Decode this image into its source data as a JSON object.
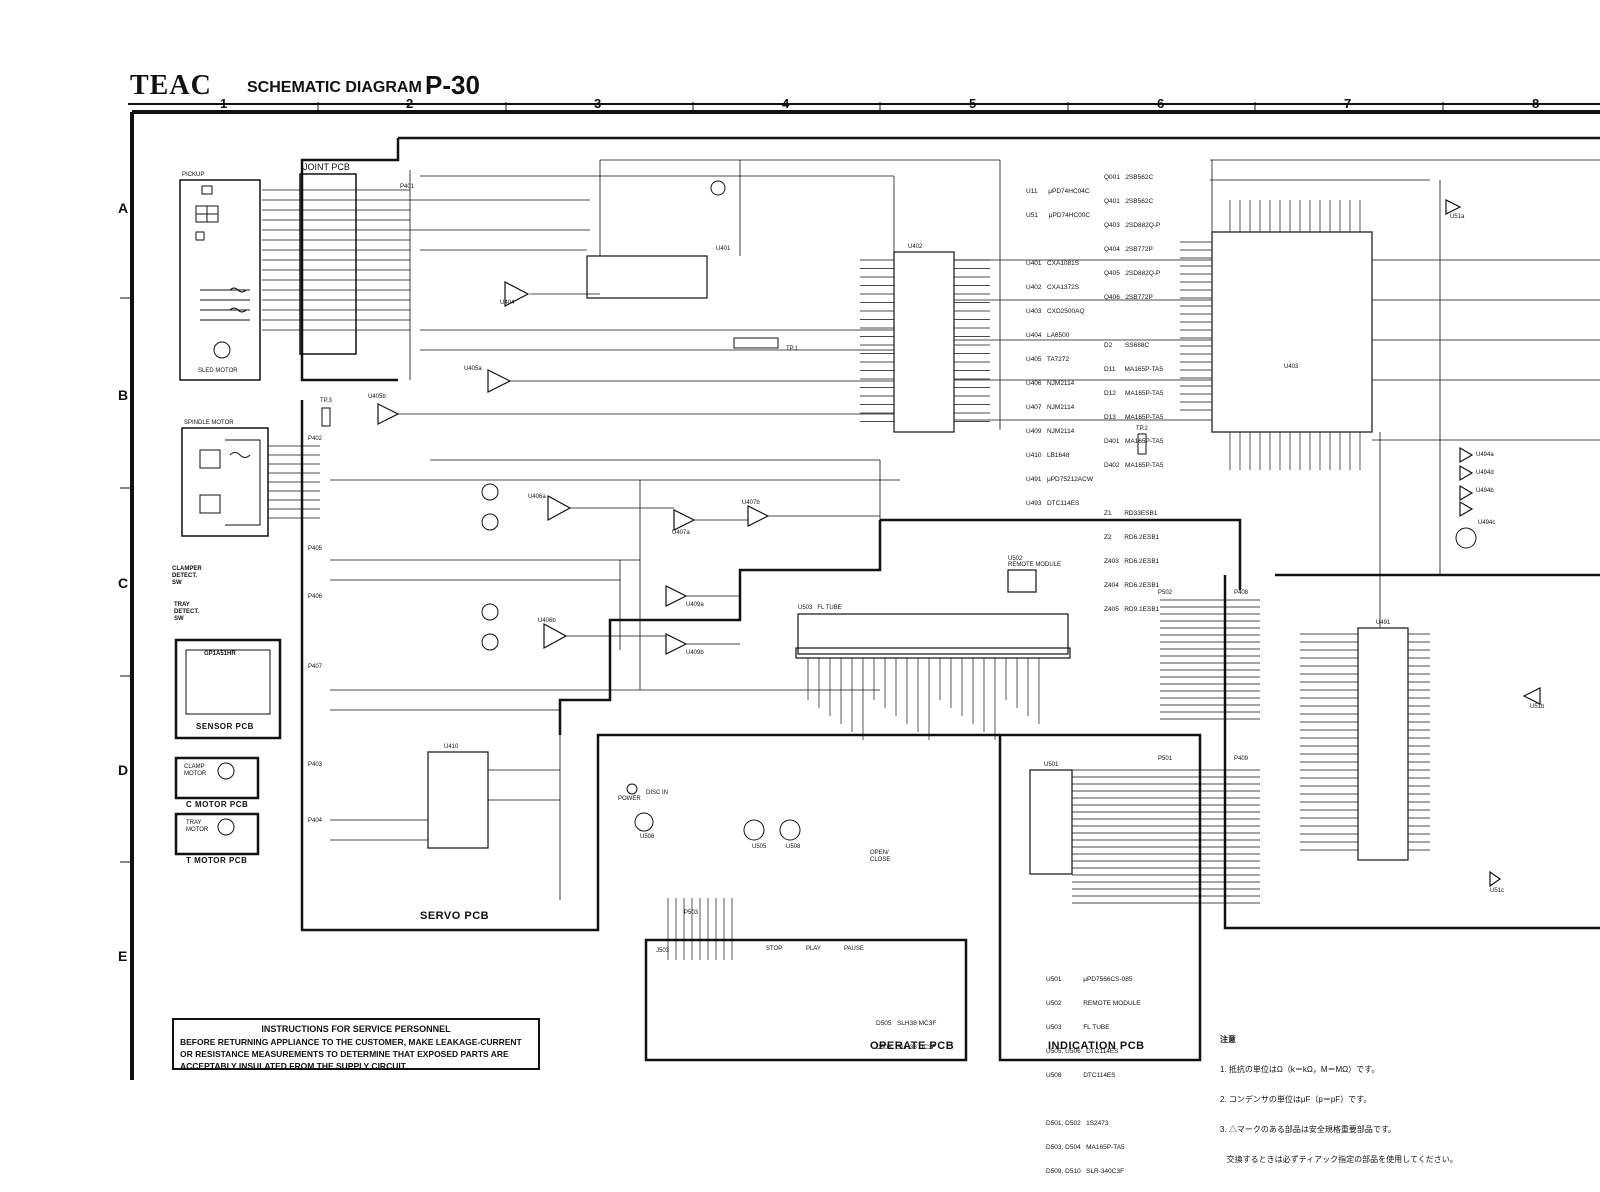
{
  "header": {
    "brand": "TEAC",
    "title": "SCHEMATIC DIAGRAM",
    "model": "P-30"
  },
  "grid": {
    "columns": [
      "1",
      "2",
      "3",
      "4",
      "5",
      "6",
      "7",
      "8"
    ],
    "rows": [
      "A",
      "B",
      "C",
      "D",
      "E"
    ]
  },
  "blocks": {
    "pickup": "PICKUP",
    "joint_pcb": "JOINT PCB",
    "sled_motor": "SLED MOTOR",
    "spindle_motor": "SPINDLE MOTOR",
    "clamper_detect": "CLAMPER\nDETECT.\nSW",
    "tray_detect": "TRAY\nDETECT.\nSW",
    "sensor_chip": "GP1A51HR",
    "sensor_pcb": "SENSOR PCB",
    "clamp_motor": "CLAMP\nMOTOR",
    "c_motor_pcb": "C MOTOR PCB",
    "tray_motor": "TRAY\nMOTOR",
    "t_motor_pcb": "T MOTOR PCB",
    "servo_pcb": "SERVO PCB",
    "operate_pcb": "OPERATE PCB",
    "indication_pcb": "INDICATION PCB",
    "remote_module": "REMOTE MODULE",
    "fl_tube": "U503   FL TUBE"
  },
  "connectors": [
    "P401",
    "P402",
    "P405",
    "P406",
    "P407",
    "P403",
    "P404",
    "P408",
    "P409",
    "P501",
    "P502",
    "P503",
    "J503",
    "TP.1",
    "TP.2",
    "TP.3"
  ],
  "ics": [
    "U401",
    "U402",
    "U403",
    "U404",
    "U405a",
    "U405b",
    "U406a",
    "U406b",
    "U407a",
    "U407b",
    "U409a",
    "U409b",
    "U410",
    "U491",
    "U494a",
    "U494b",
    "U494c",
    "U494d",
    "U501",
    "U502",
    "U505",
    "U506",
    "U508",
    "U51a",
    "U51b",
    "U51c"
  ],
  "buttons": {
    "power": "POWER",
    "disc_in": "DISC IN",
    "open_close": "OPEN/\nCLOSE",
    "stop": "STOP",
    "play": "PLAY",
    "pause": "PAUSE"
  },
  "parts_list_1": [
    "U11      μPD74HC04C",
    "U51      μPD74HC00C",
    "",
    "U401   CXA1081S",
    "U402   CXA1372S",
    "U403   CXD2500AQ",
    "U404   LA6500",
    "U405   TA7272",
    "U406   NJM2114",
    "U407   NJM2114",
    "U409   NJM2114",
    "U410   LB1648",
    "U491   μPD75212ACW",
    "U493   DTC114ES"
  ],
  "parts_list_2": [
    "Q001   2SB562C",
    "Q401   2SB562C",
    "Q403   2SD882Q-P",
    "Q404   2SB772P",
    "Q405   2SD882Q-P",
    "Q406   2SB772P",
    "",
    "D2       SS688C",
    "D11     MA165P-TA5",
    "D12     MA165P-TA5",
    "D13     MA165P-TA5",
    "D401   MA165P-TA5",
    "D402   MA165P-TA5",
    "",
    "Z1       RD33ESB1",
    "Z2       RD6.2ESB1",
    "Z403   RD6.2ESB1",
    "Z404   RD6.2ESB1",
    "Z405   RD9.1ESB1"
  ],
  "parts_list_3": [
    "U501            μPD7566CS-085",
    "U502            REMOTE MODULE",
    "U503            FL TUBE",
    "U505, U506   DTC114ES",
    "U508            DTC114ES",
    "",
    "D501, D502   1S2473",
    "D503, D504   MA165P-TA5",
    "D509, D510   SLR-340C3F"
  ],
  "parts_list_4": [
    "D505   SLH38 MC3F",
    "D506   SLH38 DC3F"
  ],
  "notice": {
    "title": "INSTRUCTIONS FOR SERVICE PERSONNEL",
    "body": "BEFORE RETURNING APPLIANCE TO THE CUSTOMER, MAKE LEAKAGE-CURRENT OR RESISTANCE MEASUREMENTS TO DETERMINE THAT EXPOSED PARTS ARE ACCEPTABLY INSULATED FROM THE SUPPLY CIRCUIT."
  },
  "jp_notes": {
    "title": "注意",
    "line1": "1. 抵抗の単位はΩ（k＝kΩ，M＝MΩ）です。",
    "line2": "2. コンデンサの単位はμF（p＝pF）です。",
    "line3": "3. △マークのある部品は安全規格重要部品です。",
    "line4": "   交換するときは必ずティアック指定の部品を使用してください。"
  },
  "colors": {
    "ink": "#111111",
    "paper": "#ffffff"
  }
}
